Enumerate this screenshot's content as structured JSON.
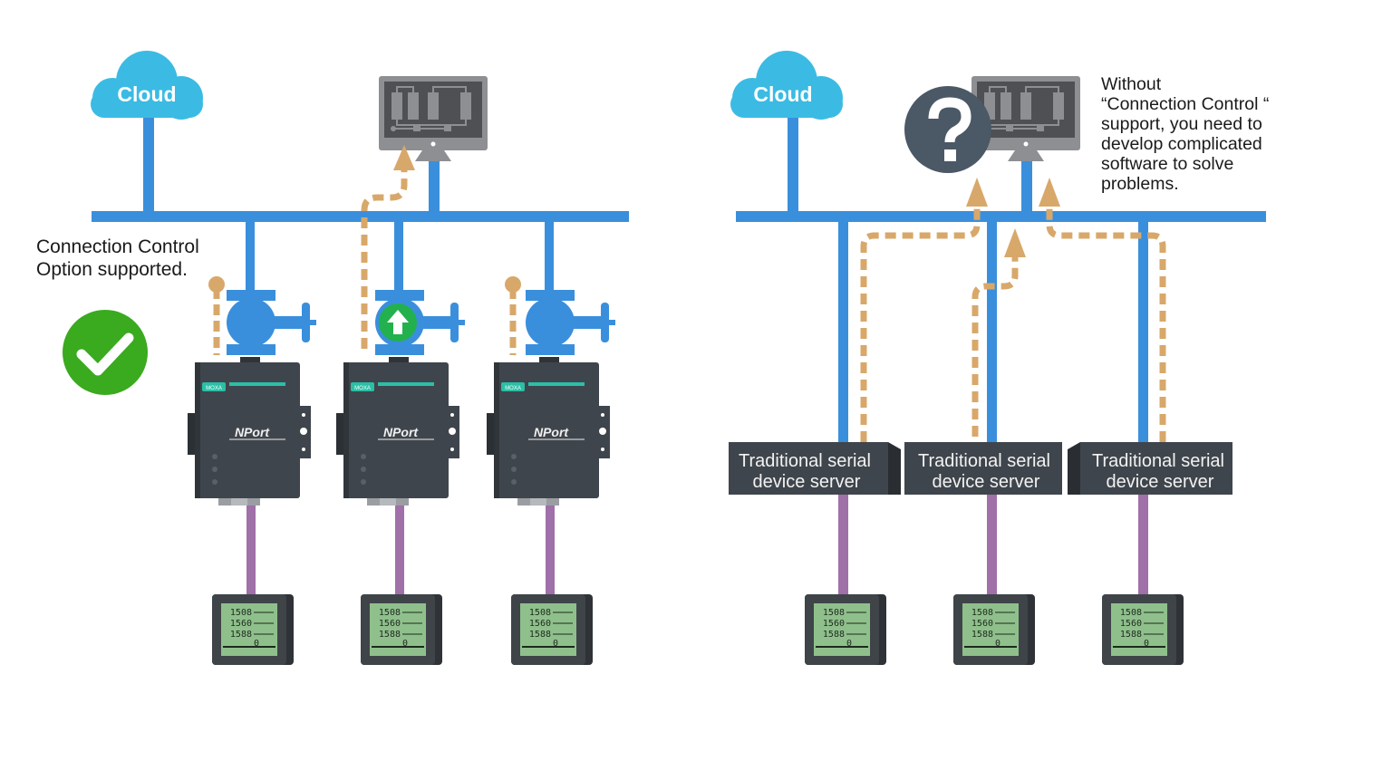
{
  "left_panel": {
    "cloud_label": "Cloud",
    "note_lines": [
      "Connection Control",
      "Option supported."
    ],
    "status_icon": "check-circle-icon",
    "devices": [
      {
        "brand": "MOXA",
        "model": "NPort",
        "active": false
      },
      {
        "brand": "MOXA",
        "model": "NPort",
        "active": true
      },
      {
        "brand": "MOXA",
        "model": "NPort",
        "active": false
      }
    ]
  },
  "right_panel": {
    "cloud_label": "Cloud",
    "status_icon": "question-circle-icon",
    "note_lines": [
      "Without",
      "“Connection Control “",
      "support, you need to",
      "develop complicated",
      "software to solve",
      "problems."
    ],
    "servers": [
      {
        "line1": "Traditional serial",
        "line2": "device server"
      },
      {
        "line1": "Traditional serial",
        "line2": "device server"
      },
      {
        "line1": "Traditional serial",
        "line2": "device server"
      }
    ]
  },
  "meter_display": {
    "rows": [
      "1508",
      "1560",
      "1588"
    ],
    "total": "0"
  },
  "colors": {
    "network_line": "#3a8fdc",
    "cloud": "#3bbbe3",
    "data_path": "#d8a86a",
    "serial_cable": "#a070a8",
    "device_body": "#3f454c",
    "accent_teal": "#2bbfa6",
    "check_green": "#3aaa1f",
    "question_dark": "#4b5866"
  }
}
